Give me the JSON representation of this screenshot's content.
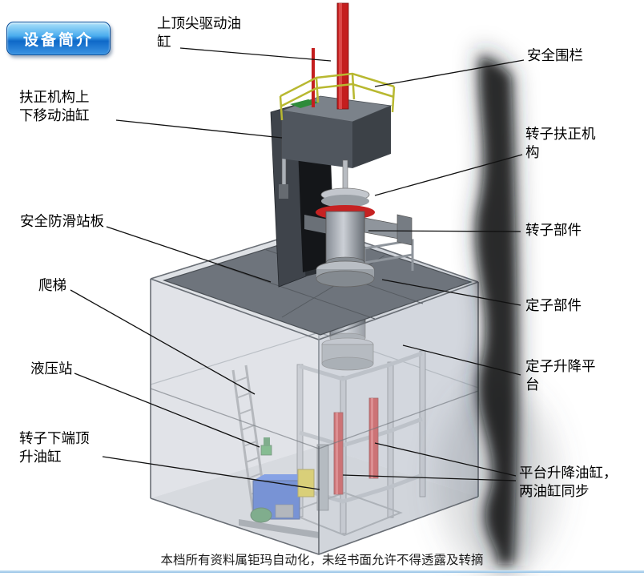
{
  "page": {
    "badge": "设备简介",
    "footer": "本档所有资料属钜玛自动化，未经书面允许不得透露及转摘"
  },
  "labels": {
    "upper_tip_cylinder": "上顶尖驱动油\n缸",
    "safety_fence": "安全围栏",
    "centering_updown_cylinder": "扶正机构上\n下移动油缸",
    "rotor_centering_mechanism": "转子扶正机\n构",
    "antislip_standing_plate": "安全防滑站板",
    "rotor_part": "转子部件",
    "ladder": "爬梯",
    "stator_part": "定子部件",
    "hydraulic_station": "液压站",
    "stator_lift_platform": "定子升降平\n台",
    "rotor_bottom_jack_cylinder": "转子下端顶\n升油缸",
    "platform_lift_cylinders": "平台升降油缸，\n两油缸同步"
  },
  "colors": {
    "cylinder_red": "#c41e1e",
    "railing_yellow": "#b8b830",
    "hydraulic_blue": "#1f4fc4",
    "frame_gray": "#b6bbc2",
    "deck_gray": "#6e747c"
  }
}
